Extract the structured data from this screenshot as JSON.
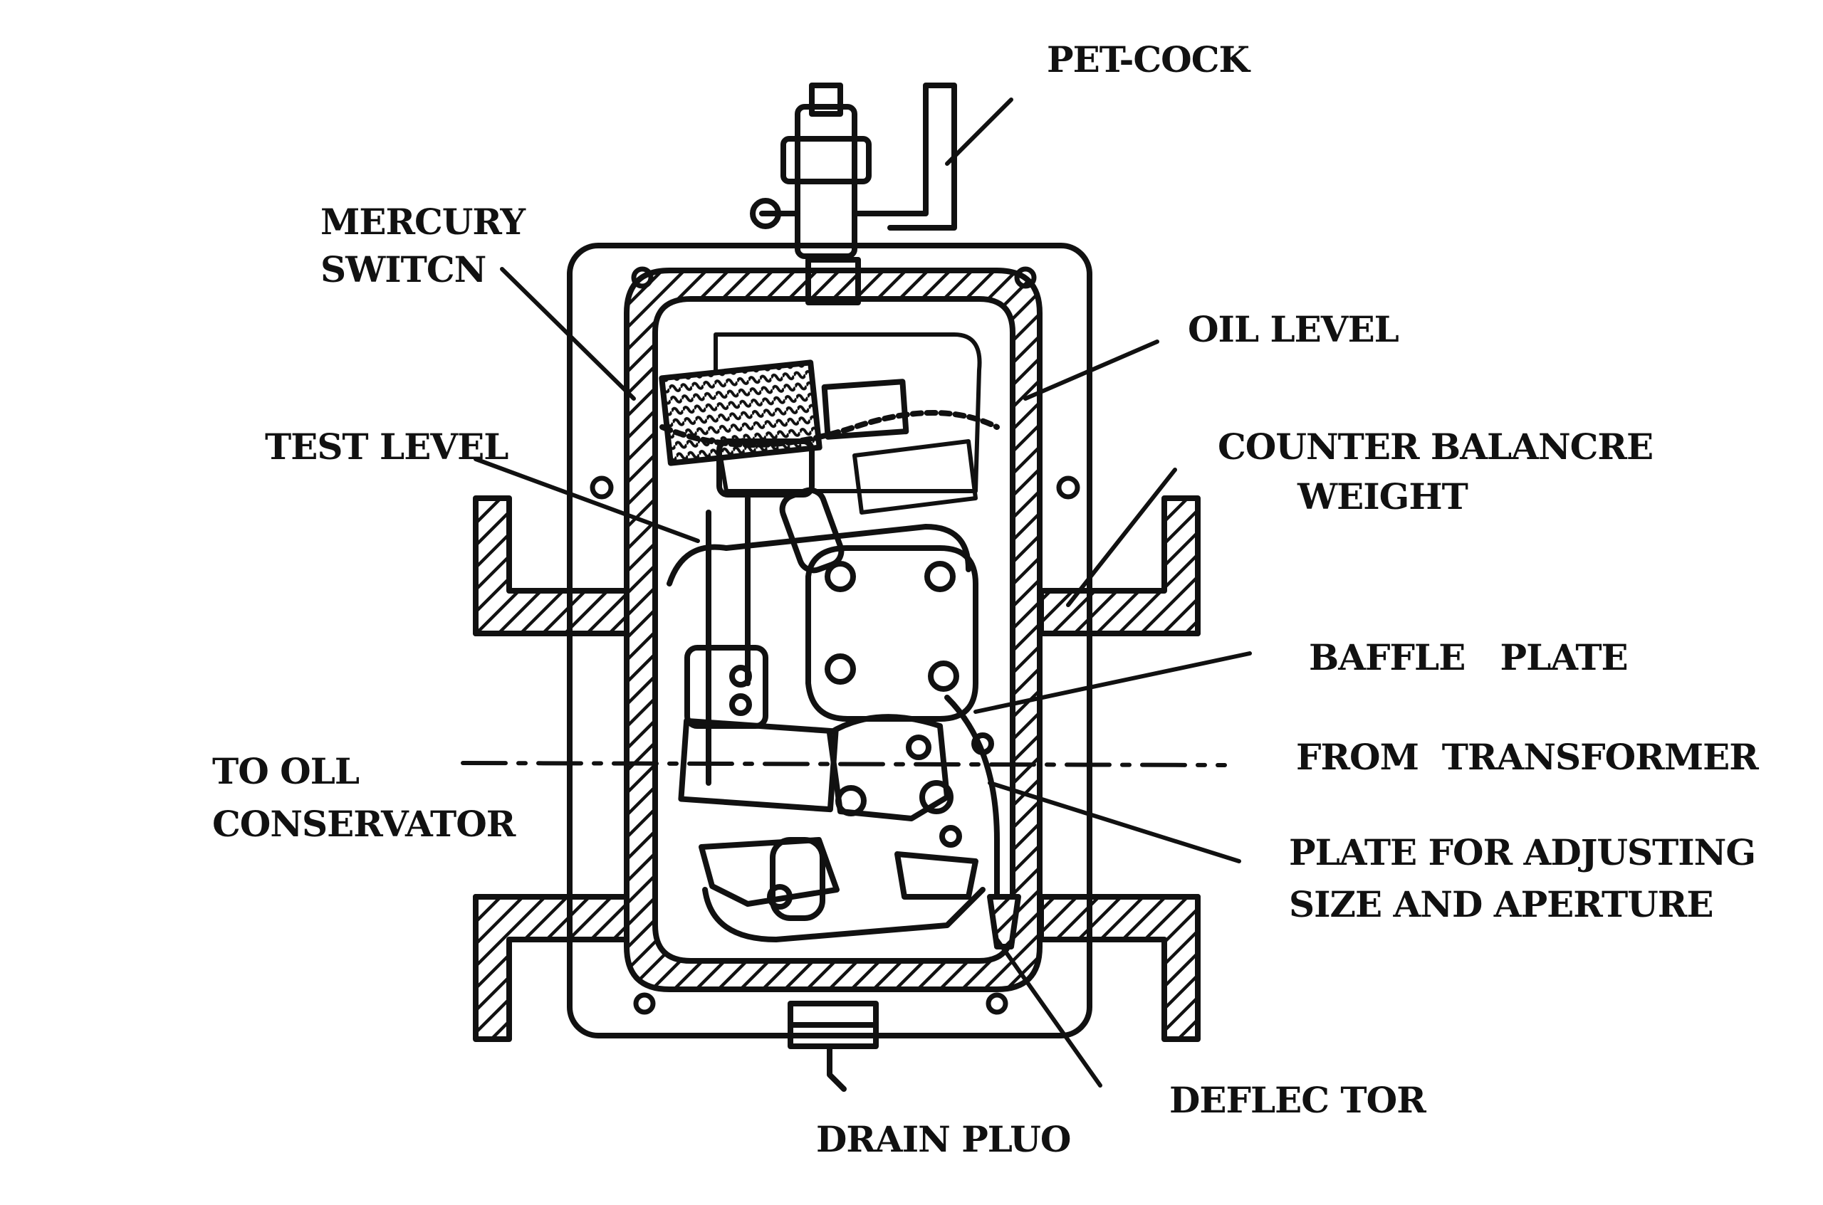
{
  "diagram": {
    "labels": {
      "pet_cock": "PET-COCK",
      "mercury_switch_1": "MERCURY",
      "mercury_switch_2": "SWITCN",
      "oil_level": "OIL LEVEL",
      "test_level": "TEST LEVEL",
      "counter_weight_1": "COUNTER BALANCRE",
      "counter_weight_2": "WEIGHT",
      "baffle_plate": "BAFFLE   PLATE",
      "to_oil_1": "TO OLL",
      "to_oil_2": "CONSERVATOR",
      "from_transformer": "FROM  TRANSFORMER",
      "plate_adjust_1": "PLATE FOR ADJUSTING",
      "plate_adjust_2": "SIZE AND APERTURE",
      "deflector": "DEFLEC TOR",
      "drain_plug": "DRAIN PLUO"
    }
  }
}
